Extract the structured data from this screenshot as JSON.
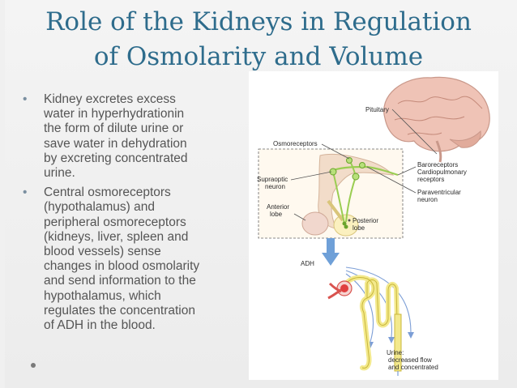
{
  "slide": {
    "title_line1": "Role of the Kidneys in Regulation",
    "title_line2": "of Osmolarity and Volume",
    "bullets": [
      {
        "text": "Kidney excretes excess\nwater in hyperhydrationin\nthe form of dilute urine or\nsave water in dehydration\nby excreting concentrated\nurine."
      },
      {
        "text": "Central osmoreceptors\n(hypothalamus) and\nperipheral osmoreceptors\n(kidneys, liver, spleen and\nblood vessels) sense\nchanges in blood osmolarity\nand send information to the\nhypothalamus, which\nregulates the concentration\nof ADH in the blood."
      }
    ]
  },
  "figure": {
    "labels": {
      "pituitary": "Pituitary",
      "osmoreceptors": "Osmoreceptors",
      "supraoptic": "Supraoptic",
      "neuron": "neuron",
      "baroreceptors": "Baroreceptors",
      "cardiopulmonary": "Cardiopulmonary",
      "receptors": "receptors",
      "paraventricular": "Paraventricular",
      "paraventricular_neuron": "neuron",
      "anterior": "Anterior",
      "anterior_lobe": "lobe",
      "posterior": "Posterior",
      "posterior_lobe": "lobe",
      "adh": "ADH",
      "urine": "Urine:",
      "urine_line2": "decreased flow",
      "urine_line3": "and concentrated"
    }
  }
}
